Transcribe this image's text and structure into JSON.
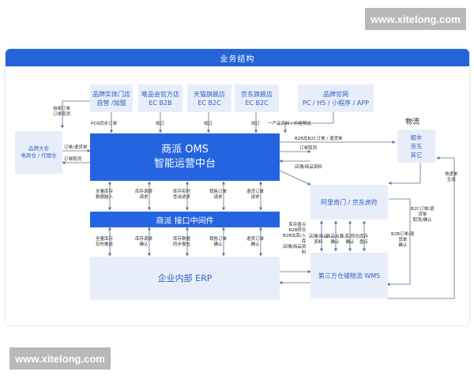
{
  "watermark": "www.xitelong.com",
  "header": {
    "title": "业务结构"
  },
  "colors": {
    "primary": "#2464e0",
    "light_box": "#e8eef9",
    "header": "#2463d8",
    "arrow": "#5a6f98"
  },
  "nodes": {
    "store": [
      "品牌实体门店",
      "自营 /加盟"
    ],
    "vip": [
      "唯品会官方店",
      "EC B2B"
    ],
    "tmall": [
      "天猫旗舰店",
      "EC B2C"
    ],
    "jd": [
      "京东旗舰店",
      "EC B2C"
    ],
    "website": [
      "品牌官网",
      "PC / H5 / 小程序 / APP"
    ],
    "warehouse": [
      "品牌大仓",
      "电商仓 / 代理仓"
    ],
    "oms": [
      "商派 OMS",
      "智能运营中台"
    ],
    "middleware": "商派  接口中间件",
    "erp": "企业内部 ERP",
    "qimen": "阿里奇门 / 京东虎符",
    "wms": "第三方仓储物流 WMS",
    "logistics_title": "物流",
    "logistics": [
      "顺丰",
      "京东",
      "其它"
    ]
  },
  "labels": {
    "self_order": [
      "自祖订单",
      "订单取消"
    ],
    "pos_sync": "POS同步订单",
    "vip_order": "收订",
    "tmall_order": "收订",
    "jd_order": "收订",
    "product_info": "一产品资料 / 价格预送",
    "wh_order": "订单/退货单",
    "wh_cancel": "订单取消",
    "b2b_b2c": "B2B及B2C订单 / 退货单",
    "order_cancel": "订单取消",
    "store_info": "店铺/商品资料",
    "express": [
      "快递单",
      "生成"
    ],
    "b2c_side": [
      "B2C订单/退",
      "货单",
      "取消/确认"
    ],
    "b2b_side": [
      "B2B订单/退",
      "货单",
      "确认"
    ],
    "qimen_down": [
      "库存盘点",
      "B2B转仓",
      "B2B出库/入",
      "库",
      "店铺/商品资",
      "料"
    ],
    "wms_up": [
      [
        "店铺/商品",
        "资料"
      ],
      [
        "商品出库",
        "确认"
      ],
      [
        "入库/转仓",
        "确认"
      ],
      [
        "库存",
        "盘点"
      ]
    ],
    "oms_mid": [
      [
        "全量库存",
        "数据融入"
      ],
      [
        "库存调拨",
        "请求"
      ],
      [
        "库存实时",
        "查询请求"
      ],
      [
        "销售订单",
        "请求"
      ],
      [
        "退货订单",
        "请求"
      ]
    ],
    "mid_erp": [
      [
        "全量库存",
        "仅时推送"
      ],
      [
        "库存调拨",
        "确认"
      ],
      [
        "库存数据",
        "同步报告"
      ],
      [
        "销售订单",
        "确认"
      ],
      [
        "退货订单",
        "确认"
      ]
    ]
  }
}
